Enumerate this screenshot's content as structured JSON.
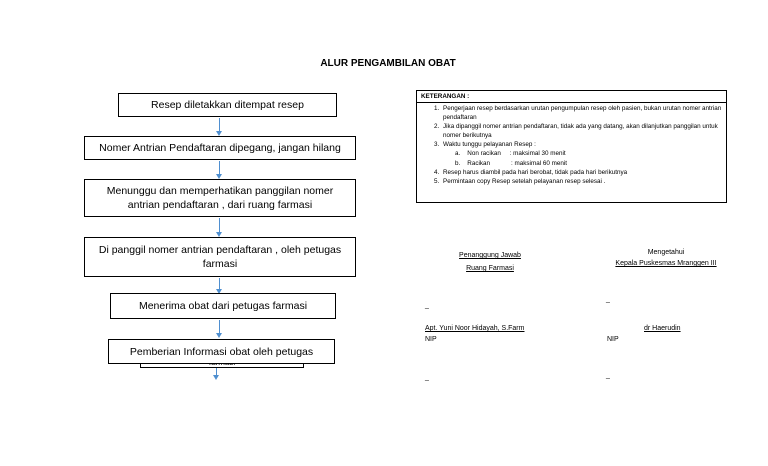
{
  "title": "ALUR PENGAMBILAN OBAT",
  "flow": [
    "Resep diletakkan ditempat resep",
    "Nomer Antrian Pendaftaran dipegang, jangan hilang",
    "Menunggu dan memperhatikan panggilan nomer antrian pendaftaran , dari ruang farmasi",
    "Di panggil nomer antrian pendaftaran , oleh petugas farmasi",
    "Menerima obat dari petugas farmasi",
    "Pemberian Informasi obat oleh petugas"
  ],
  "flow_overflow": "farmasi",
  "notes": {
    "header": "KETERANGAN :",
    "items": [
      "Pengerjaan resep berdasarkan urutan pengumpulan resep oleh pasien, bukan urutan  nomer antrian pendaftaran",
      "Jika dipanggil nomer antrian pendaftaran, tidak ada yang datang, akan dilanjutkan panggilan untuk nomer berikutnya",
      "Waktu tunggu pelayanan Resep :",
      "Resep harus diambil pada hari berobat, tidak pada hari berikutnya",
      "Permintaan copy Resep setelah pelayanan resep selesai ."
    ],
    "wait_times": [
      {
        "marker": "a.",
        "label": "Non racikan",
        "value": ": maksimal 30 menit"
      },
      {
        "marker": "b.",
        "label": "Racikan",
        "value": ": maksimal 60 menit"
      }
    ]
  },
  "signatures": {
    "left_title_1": "Penanggung Jawab",
    "left_title_2": "Ruang Farmasi",
    "right_title_1": "Mengetahui",
    "right_title_2": "Kepala Puskesmas Mranggen III",
    "left_name": "Apt. Yuni Noor Hidayah, S.Farm",
    "right_name": "dr Haerudin",
    "nip_label": "NIP",
    "blank": "_"
  }
}
